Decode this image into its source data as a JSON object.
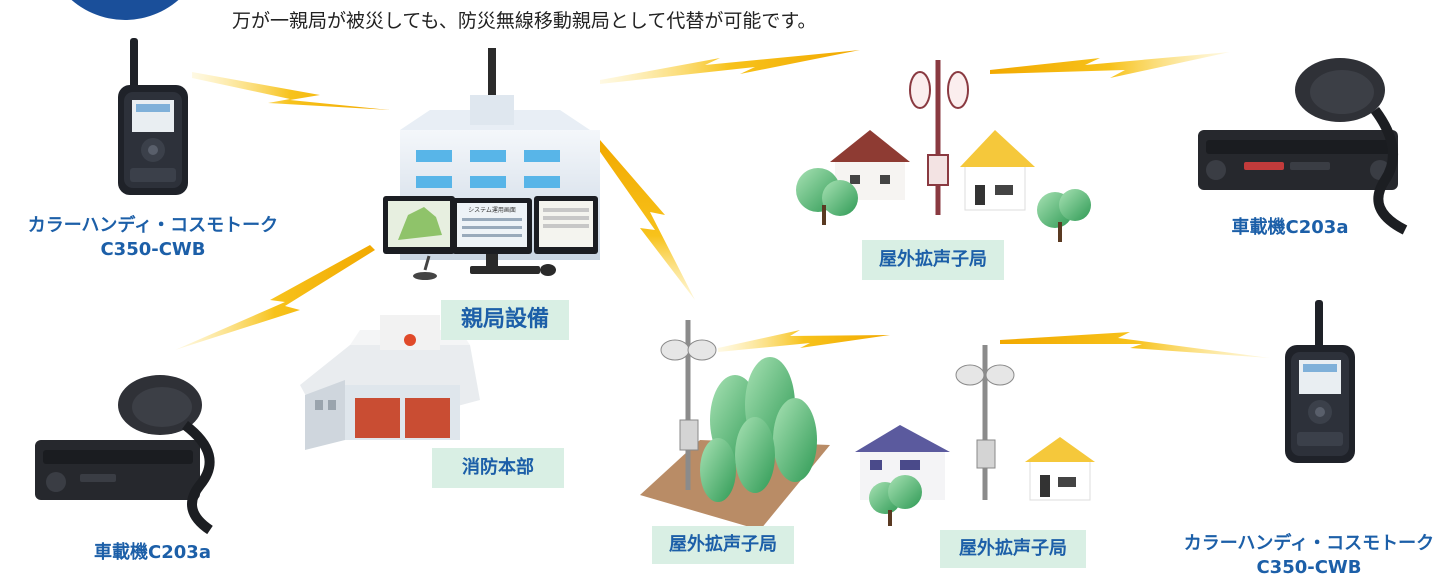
{
  "header": {
    "text": "万が一親局が被災しても、防災無線移動親局として代替が可能です。"
  },
  "labels": {
    "handy_left_line1": "カラーハンディ・コスモトーク",
    "handy_left_line2": "C350-CWB",
    "handy_right_line1": "カラーハンディ・コスモトーク",
    "handy_right_line2": "C350-CWB",
    "vehicle_right": "車載機C203a",
    "vehicle_left": "車載機C203a",
    "parent_station": "親局設備",
    "fire_hq": "消防本部",
    "outdoor_top": "屋外拡声子局",
    "outdoor_bottom_left": "屋外拡声子局",
    "outdoor_bottom_right": "屋外拡声子局"
  },
  "screen_title": "システム運用画面",
  "colors": {
    "accent_blue": "#1c5fa8",
    "badge_bg": "#d9efe4",
    "lightning": "#f5b800",
    "header_circle": "#1a4f9a"
  }
}
